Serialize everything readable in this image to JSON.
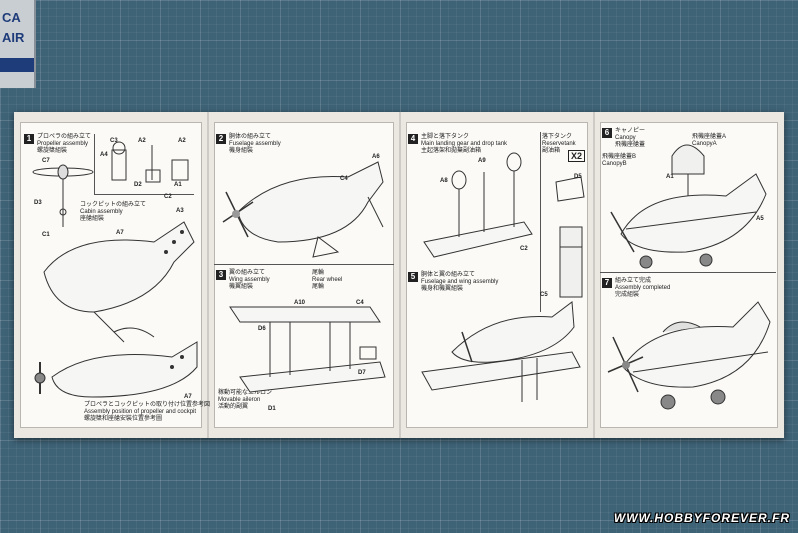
{
  "background": {
    "mat_color": "#3e6276",
    "sheet_color": "#fbfaf7"
  },
  "box_corner": {
    "text": "CA AIR"
  },
  "steps": [
    {
      "num": "1",
      "jp": "プロペラの組み立て",
      "en": "Propeller assembly",
      "jp2": "螺旋槳組裝"
    },
    {
      "num": "2",
      "jp": "胴体の組み立て",
      "en": "Fuselage assembly",
      "jp2": "機身組裝"
    },
    {
      "num": "3",
      "jp": "翼の組み立て",
      "en": "Wing assembly",
      "jp2": "機翼組裝"
    },
    {
      "num": "4",
      "jp": "主脚と落下タンク",
      "en": "Main landing gear and drop tank",
      "jp2": "主起落架和拋棄副油箱"
    },
    {
      "num": "5",
      "jp": "胴体と翼の組み立て",
      "en": "Fuselage and wing assembly",
      "jp2": "機身和機翼組裝"
    },
    {
      "num": "6",
      "jp": "キャノピー",
      "en": "Canopy",
      "jp2": "飛機座艙蓋"
    },
    {
      "num": "7",
      "jp": "組み立て完成",
      "en": "Assembly completed",
      "jp2": "完成組裝"
    }
  ],
  "subsections": {
    "cabin": {
      "jp": "コックピットの組み立て",
      "en": "Cabin assembly",
      "jp2": "座艙組裝"
    },
    "cockpit_position": {
      "jp": "プロペラとコックピットの取り付け位置参考図",
      "en": "Assembly position of propeller and cockpit",
      "jp2": "螺旋槳和座艙安裝位置參考圖"
    },
    "rear_wheel": {
      "jp": "尾輪",
      "en": "Rear wheel",
      "jp2": "尾輪"
    },
    "movable_aileron": {
      "jp": "稼動可能なエルロン",
      "en": "Movable aileron",
      "jp2": "活動的副翼"
    },
    "drop_tank": {
      "jp": "落下タンク",
      "en": "Reservetank",
      "jp2": "副油箱"
    },
    "canopy_a": {
      "jp": "飛機座艙蓋A",
      "en": "CanopyA"
    },
    "canopy_b": {
      "jp": "飛機座艙蓋B",
      "en": "CanopyB"
    }
  },
  "part_labels": [
    "C7",
    "C3",
    "A2",
    "A4",
    "A2",
    "D2",
    "D3",
    "C1",
    "A1",
    "C2",
    "A3",
    "A7",
    "A7",
    "A6",
    "C4",
    "C4",
    "A10",
    "D6",
    "D1",
    "D7",
    "A8",
    "A9",
    "C2",
    "C5",
    "D5",
    "A1",
    "A5"
  ],
  "multiplier": "X2",
  "watermark": "WWW.HOBBYFOREVER.FR"
}
